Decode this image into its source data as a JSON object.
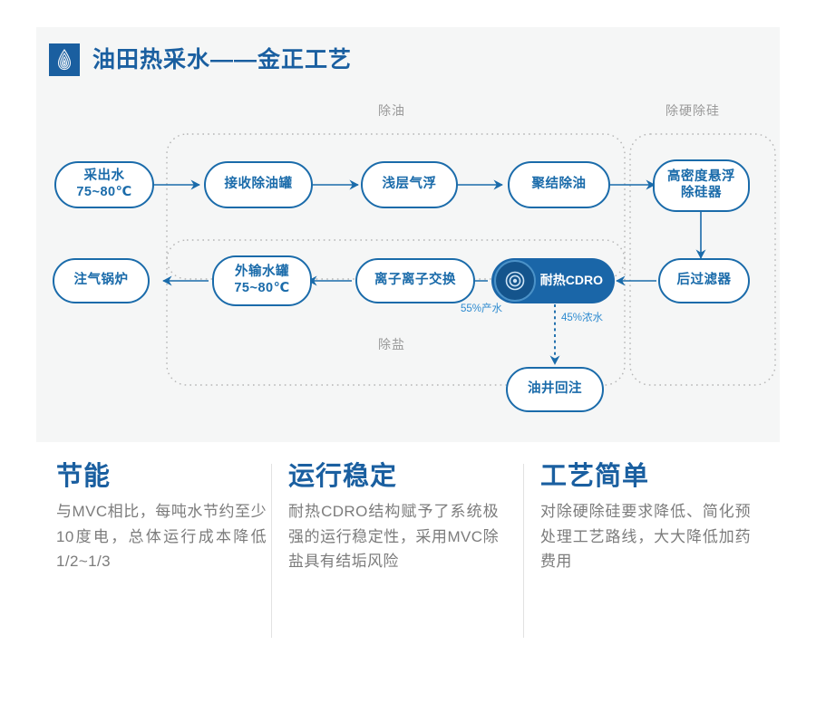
{
  "header": {
    "title": "油田热采水——金正工艺",
    "logo_icon": "water-drop-ripple-logo",
    "brand_color": "#1a5fa0"
  },
  "diagram": {
    "background": "#f5f6f6",
    "node_color": "#1a6baa",
    "accent_color": "#1a66a8",
    "group_labels": [
      {
        "id": "deoiling",
        "text": "除油"
      },
      {
        "id": "hardness-silica-removal",
        "text": "除硬除硅"
      },
      {
        "id": "desalination",
        "text": "除盐"
      }
    ],
    "nodes": [
      {
        "id": "produced-water",
        "line1": "采出水",
        "line2": "75~80℃"
      },
      {
        "id": "receiving-deoiling-tank",
        "line1": "接收除油罐",
        "line2": ""
      },
      {
        "id": "shallow-air-flotation",
        "line1": "浅层气浮",
        "line2": ""
      },
      {
        "id": "coalescence-deoiling",
        "line1": "聚结除油",
        "line2": ""
      },
      {
        "id": "high-density-suspension-desilicator",
        "line1": "高密度悬浮",
        "line2": "除硅器"
      },
      {
        "id": "post-filter",
        "line1": "后过滤器",
        "line2": ""
      },
      {
        "id": "heat-resistant-cdro",
        "line1": "耐热CDRO",
        "line2": ""
      },
      {
        "id": "ion-exchange",
        "line1": "离子离子交换",
        "line2": ""
      },
      {
        "id": "export-water-tank",
        "line1": "外输水罐",
        "line2": "75~80℃"
      },
      {
        "id": "steam-injection-boiler",
        "line1": "注气锅炉",
        "line2": ""
      },
      {
        "id": "oil-well-reinjection",
        "line1": "油井回注",
        "line2": ""
      }
    ],
    "flow_labels": [
      {
        "id": "permeate",
        "text": "55%产水"
      },
      {
        "id": "concentrate",
        "text": "45%浓水"
      }
    ],
    "cdro_icon": "concentric-circle-icon"
  },
  "features": [
    {
      "id": "energy-saving",
      "title": "节能",
      "body": "与MVC相比，每吨水节约至少10度电，总体运行成本降低1/2~1/3"
    },
    {
      "id": "stable-operation",
      "title": "运行稳定",
      "body": "耐热CDRO结构赋予了系统极强的运行稳定性，采用MVC除盐具有结垢风险"
    },
    {
      "id": "simple-process",
      "title": "工艺简单",
      "body": "对除硬除硅要求降低、简化预处理工艺路线，大大降低加药费用"
    }
  ]
}
